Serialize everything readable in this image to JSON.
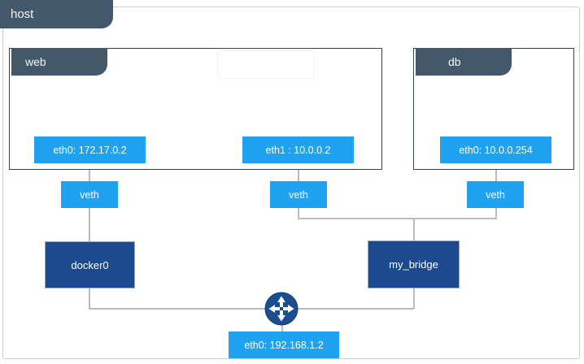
{
  "diagram": {
    "type": "network-topology",
    "title": "host",
    "host": {
      "label": "host"
    },
    "namespaces": [
      {
        "name": "web",
        "label": "web"
      },
      {
        "name": "db",
        "label": "db"
      }
    ],
    "interfaces": [
      {
        "name": "web-eth0",
        "label": "eth0: 172.17.0.2",
        "parent": "web"
      },
      {
        "name": "web-eth1",
        "label": "eth1 : 10.0.0.2",
        "parent": "web"
      },
      {
        "name": "db-eth0",
        "label": "eth0: 10.0.0.254",
        "parent": "db"
      },
      {
        "name": "host-eth0",
        "label": "eth0: 192.168.1.2",
        "parent": "host"
      }
    ],
    "veths": [
      {
        "name": "veth-web-docker0",
        "label": "veth"
      },
      {
        "name": "veth-web-mybridge",
        "label": "veth"
      },
      {
        "name": "veth-db-mybridge",
        "label": "veth"
      }
    ],
    "bridges": [
      {
        "name": "docker0",
        "label": "docker0"
      },
      {
        "name": "my_bridge",
        "label": "my_bridge"
      }
    ],
    "router": {
      "name": "router",
      "icon": "router-four-arrows-icon"
    },
    "colors": {
      "tab_fill": "#44586b",
      "namespace_border": "#2e4558",
      "chip_fill": "#20a2f3",
      "bridge_fill": "#1d4a8f",
      "line": "#b7bdc2",
      "router_fill": "#1a4e8f",
      "canvas": "#ffffff"
    }
  }
}
